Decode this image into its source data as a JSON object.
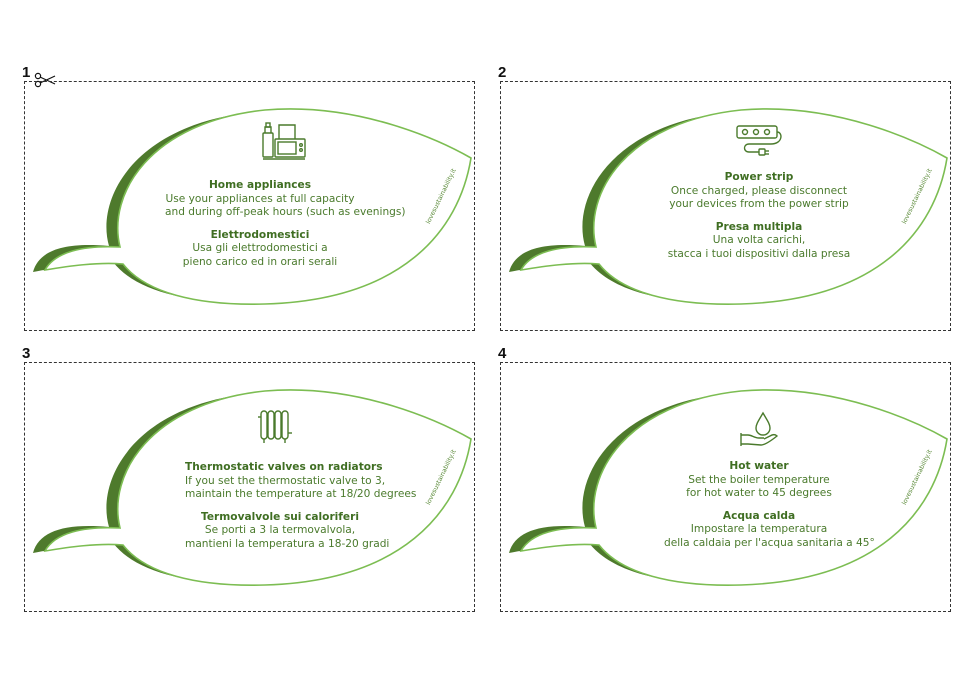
{
  "colors": {
    "leaf_dark": "#4e7a2c",
    "leaf_outline": "#7cbd52",
    "text": "#4a7a2c",
    "border": "#333333"
  },
  "cards": [
    {
      "number": "1",
      "icon": "kitchen-appliances-icon",
      "en_title": "Home appliances",
      "en_line1": "Use your appliances at full capacity",
      "en_line2": "and during off-peak hours (such as evenings)",
      "it_title": "Elettrodomestici",
      "it_line1": "Usa gli elettrodomestici a",
      "it_line2": "pieno carico ed in orari serali",
      "credit": "lovesustainability.it"
    },
    {
      "number": "2",
      "icon": "power-strip-icon",
      "en_title": "Power strip",
      "en_line1": "Once charged, please disconnect",
      "en_line2": "your devices from the power strip",
      "it_title": "Presa multipla",
      "it_line1": "Una volta carichi,",
      "it_line2": "stacca i tuoi dispositivi dalla presa",
      "credit": "lovesustainability.it"
    },
    {
      "number": "3",
      "icon": "radiator-icon",
      "en_title": "Thermostatic valves on radiators",
      "en_line1": "If you set the thermostatic valve to 3,",
      "en_line2": "maintain the temperature at 18/20 degrees",
      "it_title": "Termovalvole sui caloriferi",
      "it_line1": "Se porti a 3 la termovalvola,",
      "it_line2": "mantieni la temperatura a 18-20 gradi",
      "credit": "lovesustainability.it"
    },
    {
      "number": "4",
      "icon": "water-drop-hand-icon",
      "en_title": "Hot water",
      "en_line1": "Set the boiler temperature",
      "en_line2": "for hot water to 45 degrees",
      "it_title": "Acqua calda",
      "it_line1": "Impostare la temperatura",
      "it_line2": "della caldaia per l'acqua sanitaria a 45°",
      "credit": "lovesustainability.it"
    }
  ]
}
